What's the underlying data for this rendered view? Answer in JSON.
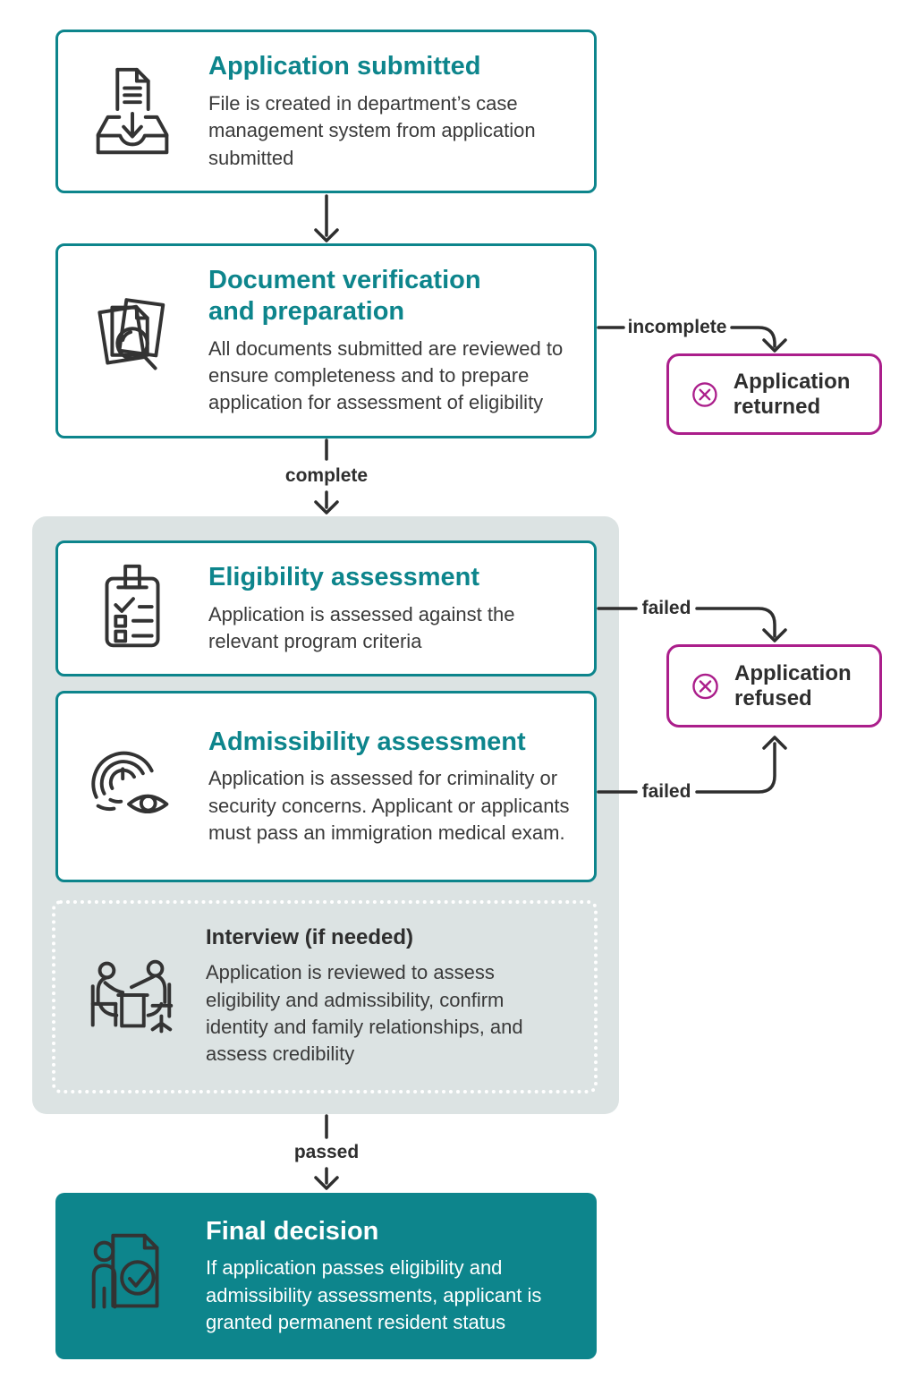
{
  "palette": {
    "teal": "#0d858c",
    "magenta": "#ab1e8b",
    "phase_container_bg": "#dce3e3",
    "icon_circle_bg": "#dde5e4",
    "body_text": "#3a3a3a",
    "label_text": "#2e2e2e"
  },
  "steps": [
    {
      "title": "Application submitted",
      "description": "File is created in department’s case management system from application submitted",
      "icon": "inbox-document-icon"
    },
    {
      "title": "Document verification\nand preparation",
      "description": "All documents submitted are reviewed to ensure completeness and to prepare application for assessment of eligibility",
      "icon": "document-search-icon"
    },
    {
      "title": "Eligibility assessment",
      "description": "Application is assessed against the relevant program criteria",
      "icon": "checklist-clipboard-icon"
    },
    {
      "title": "Admissibility assessment",
      "description": "Application is assessed for criminality or security concerns. Applicant or applicants must pass an immigration medical exam.",
      "icon": "fingerprint-eye-icon"
    },
    {
      "title": "Interview (if needed)",
      "description": "Application is reviewed to assess eligibility and admissibility, confirm identity and family relationships, and assess credibility",
      "icon": "interview-table-icon"
    },
    {
      "title": "Final decision",
      "description": "If application passes eligibility and admissibility assessments, applicant is granted permanent resident status",
      "icon": "approved-document-person-icon"
    }
  ],
  "outcomes": [
    {
      "label": "Application returned",
      "icon": "circle-x-icon"
    },
    {
      "label": "Application refused",
      "icon": "circle-x-icon"
    }
  ],
  "connector_labels": {
    "incomplete": "incomplete",
    "complete": "complete",
    "failed_eligibility": "failed",
    "failed_admissibility": "failed",
    "passed": "passed"
  }
}
